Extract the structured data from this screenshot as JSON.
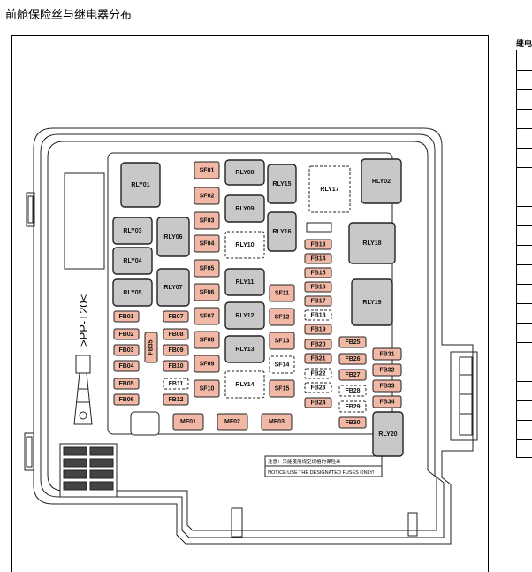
{
  "page": {
    "title": "前舱保险丝与继电器分布",
    "side_title": "继电"
  },
  "connector_label": ">PP-T20<",
  "notice": {
    "line1": "注意：只能使用规定规格的保险丝",
    "line2": "NOTICE:USE THE DESIGNATED FUSES ONLY!"
  },
  "colors": {
    "fuse_fill": "#f2b8a6",
    "relay_fill": "#c8c8c8",
    "spare_fill": "#ffffff",
    "housing_stroke": "#222222"
  },
  "relays": [
    "RLY01",
    "RLY02",
    "RLY03",
    "RLY04",
    "RLY05",
    "RLY06",
    "RLY07",
    "RLY08",
    "RLY09",
    "RLY10",
    "RLY11",
    "RLY12",
    "RLY13",
    "RLY14",
    "RLY15",
    "RLY16",
    "RLY17",
    "RLY18",
    "RLY19",
    "RLY20"
  ],
  "fuses_fb": [
    "FB01",
    "FB02",
    "FB03",
    "FB04",
    "FB05",
    "FB06",
    "FB07",
    "FB08",
    "FB09",
    "FB10",
    "FB11",
    "FB12",
    "FB13",
    "FB14",
    "FB15",
    "FB16",
    "FB17",
    "FB18",
    "FB19",
    "FB20",
    "FB21",
    "FB22",
    "FB23",
    "FB24",
    "FB25",
    "FB26",
    "FB27",
    "FB28",
    "FB29",
    "FB30",
    "FB31",
    "FB32",
    "FB33",
    "FB34",
    "FB35"
  ],
  "fuses_sf": [
    "SF01",
    "SF02",
    "SF03",
    "SF04",
    "SF05",
    "SF06",
    "SF07",
    "SF08",
    "SF09",
    "SF10",
    "SF11",
    "SF12",
    "SF13",
    "SF14",
    "SF15"
  ],
  "fuses_mf": [
    "MF01",
    "MF02",
    "MF03"
  ]
}
